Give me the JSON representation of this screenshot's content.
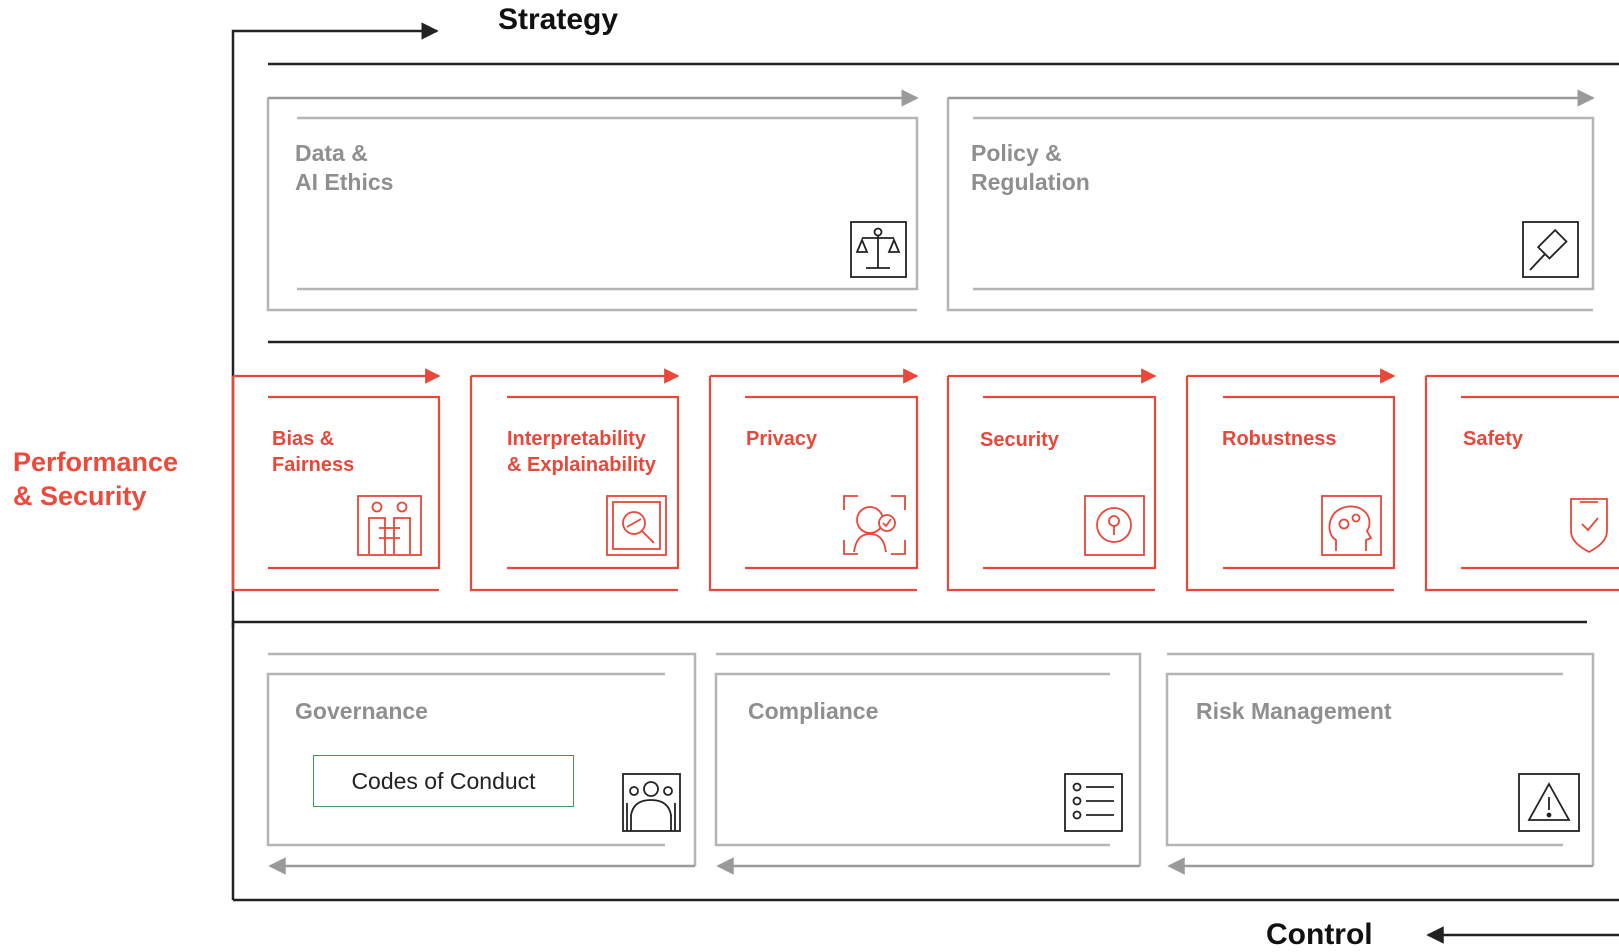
{
  "diagram": {
    "strategy": {
      "label": "Strategy",
      "cards": [
        {
          "title": "Data &\nAI Ethics",
          "icon": "scales-icon"
        },
        {
          "title": "Policy &\nRegulation",
          "icon": "gavel-icon"
        }
      ]
    },
    "performance": {
      "label": "Performance\n& Security",
      "cards": [
        {
          "title": "Bias &\nFairness",
          "icon": "people-exchange-icon"
        },
        {
          "title": "Interpretability\n& Explainability",
          "icon": "magnifier-icon"
        },
        {
          "title": "Privacy",
          "icon": "face-check-icon"
        },
        {
          "title": "Security",
          "icon": "keyhole-icon"
        },
        {
          "title": "Robustness",
          "icon": "head-gears-icon"
        },
        {
          "title": "Safety",
          "icon": "shield-check-icon"
        }
      ]
    },
    "control": {
      "label": "Control",
      "cards": [
        {
          "title": "Governance",
          "icon": "group-icon",
          "highlight": "Codes of Conduct"
        },
        {
          "title": "Compliance",
          "icon": "checklist-icon"
        },
        {
          "title": "Risk Management",
          "icon": "warning-icon"
        }
      ]
    },
    "colors": {
      "accent_red": "#e8473a",
      "gray_text": "#8f8f8f",
      "gray_line": "#b5b5b5",
      "dark_line": "#222222",
      "highlight_border": "#3a9a52"
    }
  }
}
